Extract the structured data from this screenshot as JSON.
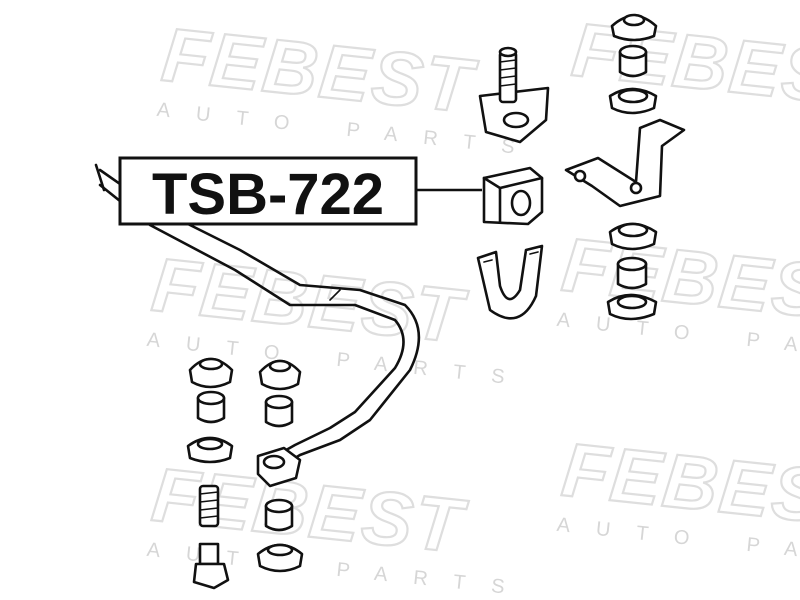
{
  "part_label": "TSB-722",
  "watermark": {
    "brand": "FEBEST",
    "sub": "AUTO PARTS"
  },
  "colors": {
    "ink": "#111111",
    "watermark_outline": "#dedede",
    "background": "#ffffff"
  },
  "icons": [
    "stabilizer-bar-icon",
    "bushing-icon",
    "bracket-icon",
    "link-bolt-icon",
    "rubber-washer-icon",
    "spacer-sleeve-icon"
  ]
}
